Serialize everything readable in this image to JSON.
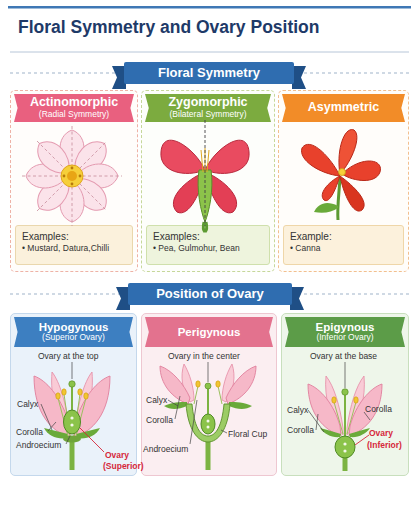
{
  "diagram": {
    "title": "Floral Symmetry and Ovary Position",
    "nodes": [
      {
        "text": [
          "Floral Symmetry"
        ]
      },
      {
        "text": [
          "Actinomorphic",
          "(Radial Symmetry)"
        ]
      },
      {
        "text": [
          "Examples:",
          "• Mustard, Datura,Chilli"
        ],
        "in": 1
      },
      {
        "text": [
          "Zygomorphic",
          "(Bilateral Symmetry)"
        ]
      },
      {
        "text": [
          "Examples:",
          "• Pea, Gulmohur, Bean"
        ],
        "in": 3
      },
      {
        "text": [
          "Asymmetric"
        ]
      },
      {
        "text": [
          "Example:",
          "• Canna"
        ],
        "in": 5
      },
      {
        "text": [
          "Position of Ovary"
        ]
      },
      {
        "text": [
          "Hypogynous",
          "(Superior Ovary)"
        ]
      },
      {
        "text": [
          "Perigynous"
        ]
      },
      {
        "text": [
          "Epigynous",
          "(Inferior Ovary)"
        ]
      }
    ],
    "labels": [
      "Ovary at the top",
      "Calyx",
      "Corolla",
      "Androecium",
      "Ovary",
      "(Superior)",
      "Ovary in the center",
      "Calyx",
      "Corolla",
      "Androecium",
      "Floral Cup",
      "Ovary at the base",
      "Calyx",
      "Corolla",
      "Corolla",
      "Ovary",
      "(Inferior)"
    ]
  }
}
